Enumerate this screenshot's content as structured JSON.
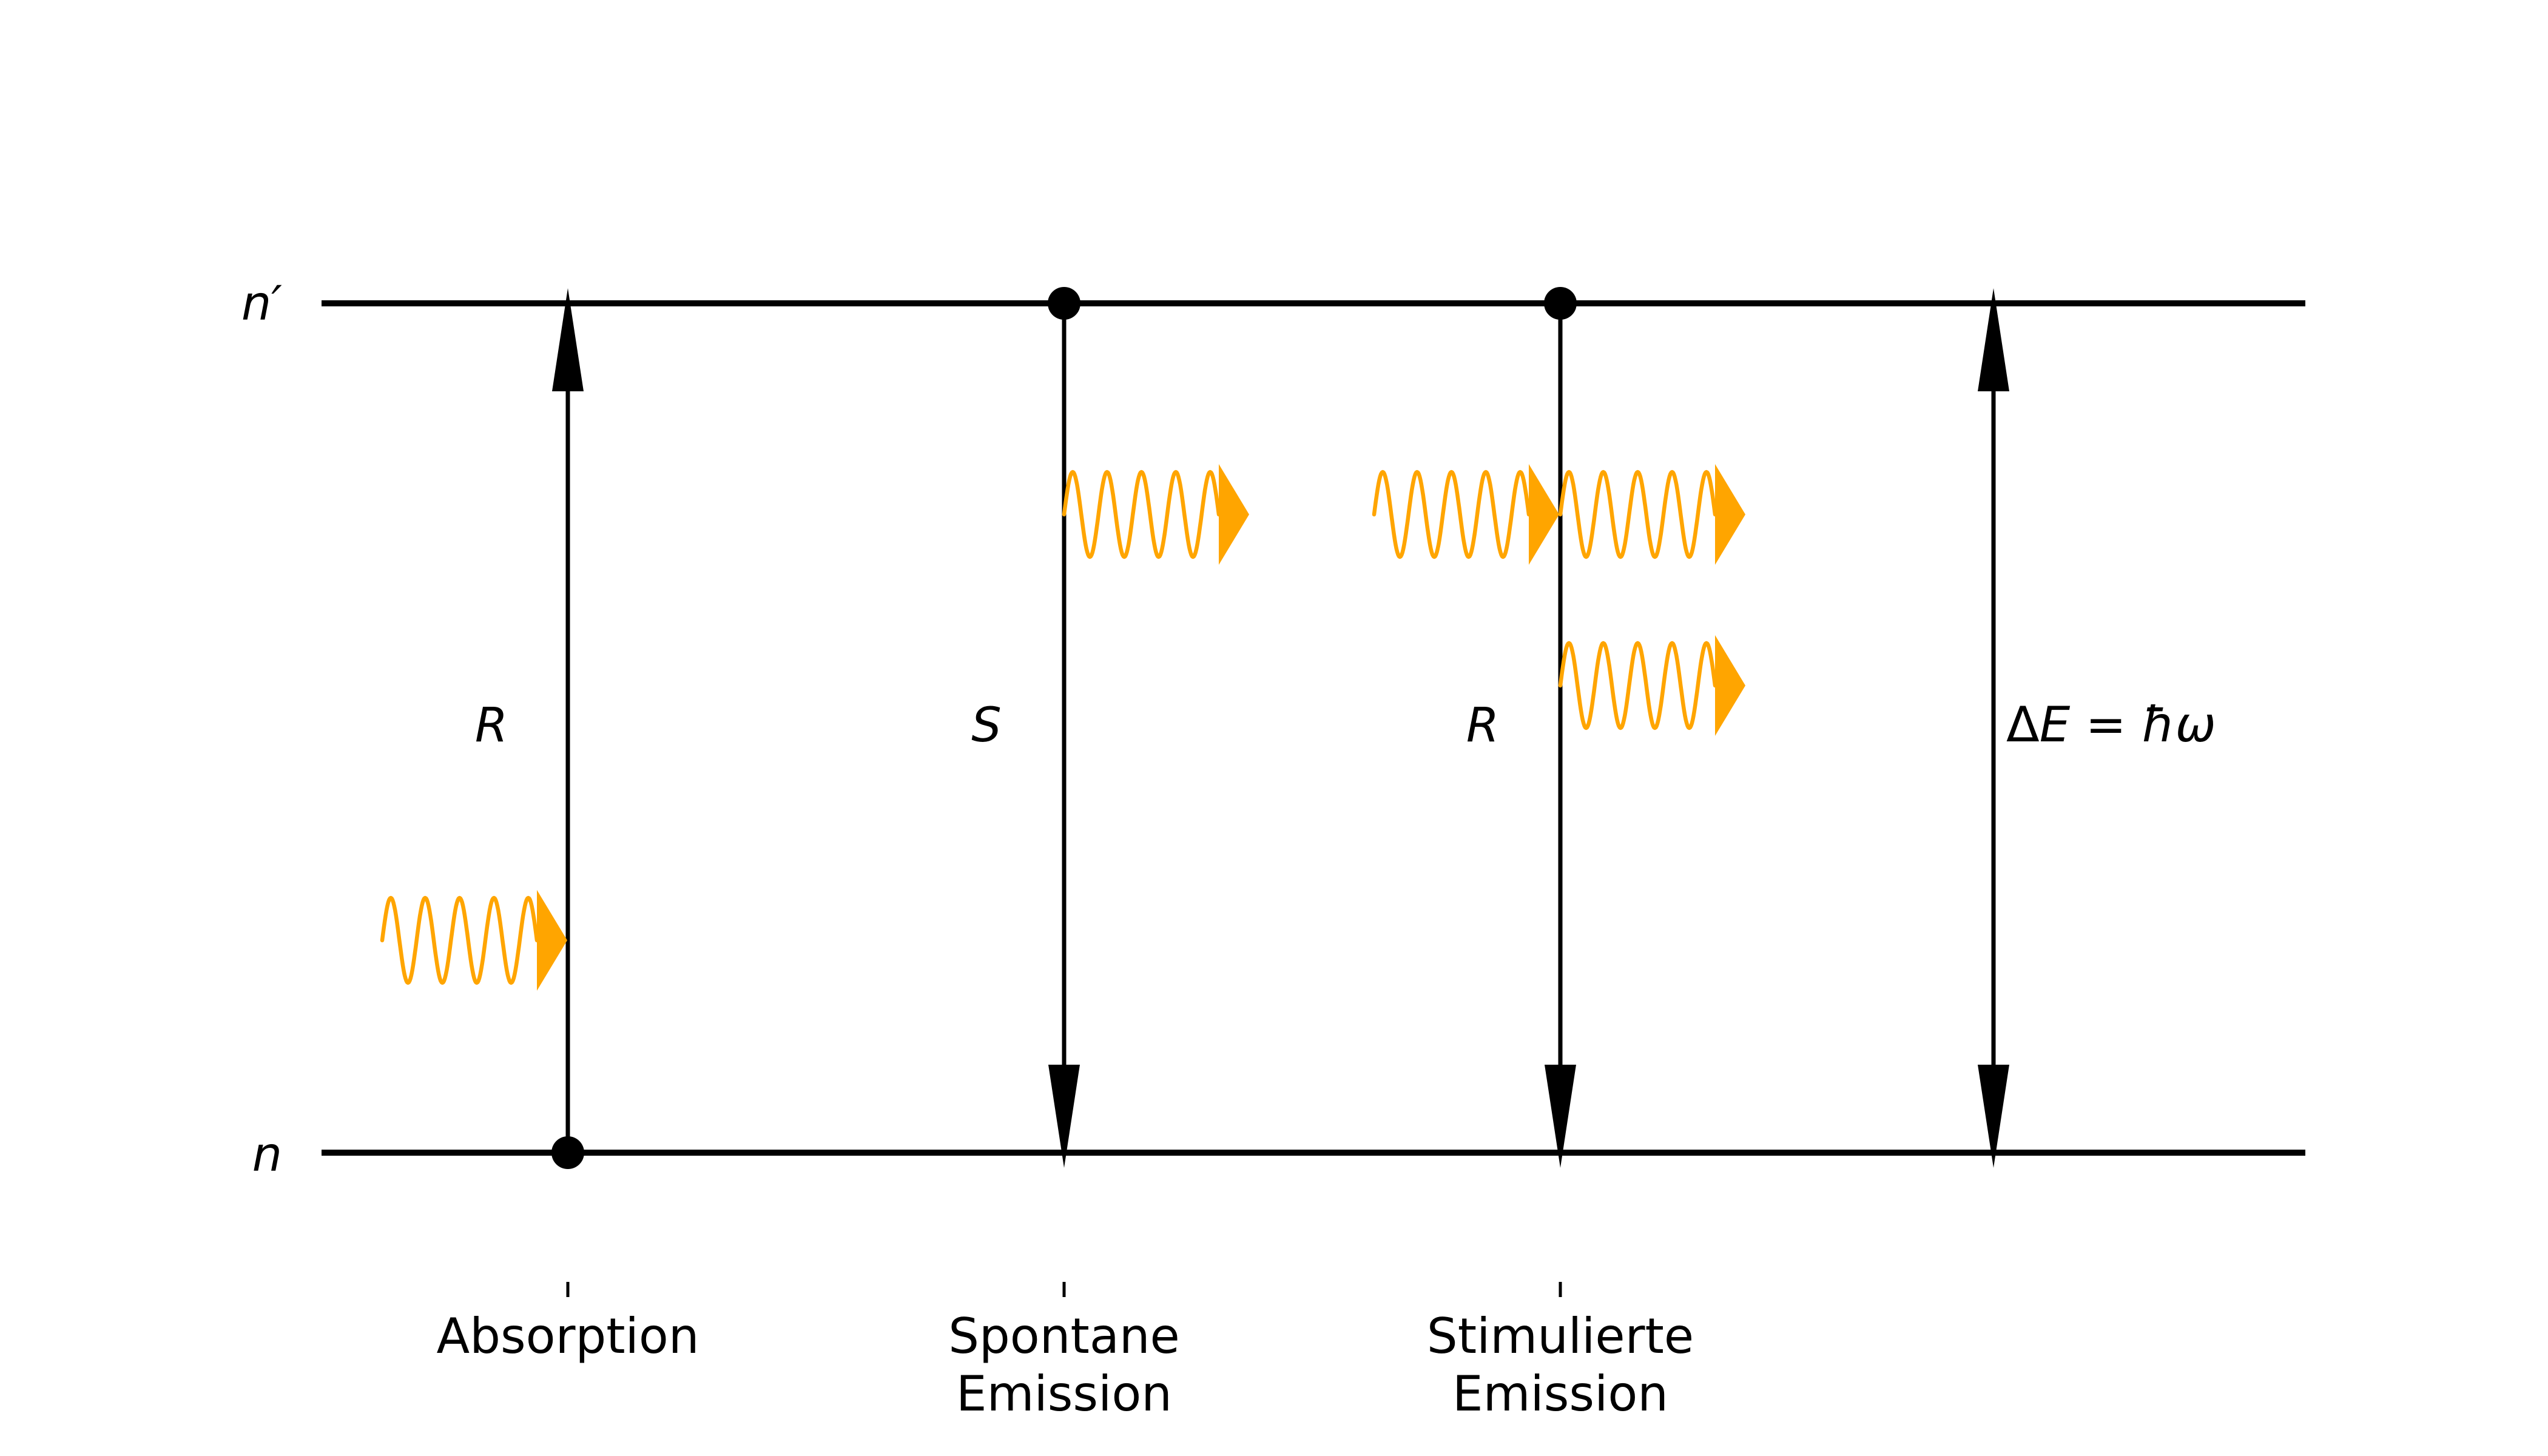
{
  "levels": {
    "upper_label": "n′",
    "lower_label": "n"
  },
  "rates": {
    "absorption": "R",
    "spontaneous": "S",
    "stimulated": "R"
  },
  "energy_gap": {
    "delta_symbol": "Δ",
    "E": "E",
    "equals": " = ",
    "hbar": "ħ",
    "omega": "ω"
  },
  "processes": [
    {
      "line1": "Absorption",
      "line2": ""
    },
    {
      "line1": "Spontane",
      "line2": "Emission"
    },
    {
      "line1": "Stimulierte",
      "line2": "Emission"
    }
  ],
  "colors": {
    "photon": "#FFA500",
    "line": "#000000"
  },
  "icons": {
    "photon": "wavy-photon-icon",
    "state": "filled-dot"
  }
}
